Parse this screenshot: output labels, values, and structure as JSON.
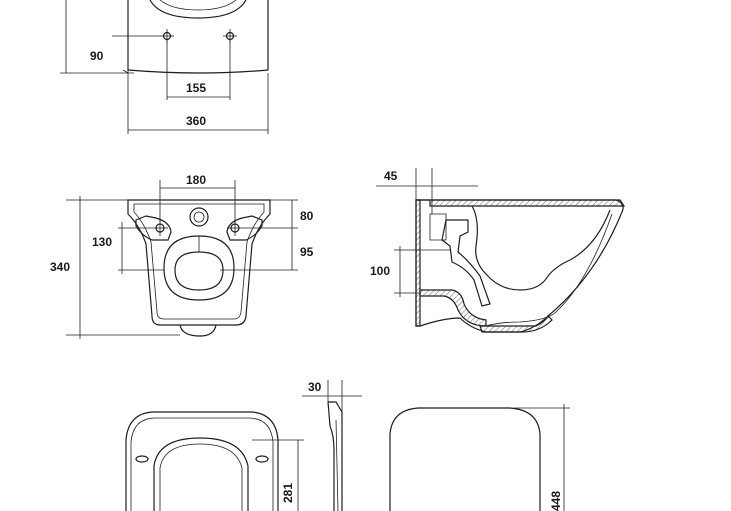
{
  "dimensions": {
    "top_view": {
      "d90": "90",
      "d155": "155",
      "d360": "360"
    },
    "back_view": {
      "d180": "180",
      "d80": "80",
      "d130": "130",
      "d95": "95",
      "d340": "340"
    },
    "side_view": {
      "d45": "45",
      "d100": "100"
    },
    "seat_side_view": {
      "d30": "30"
    },
    "seat_front_view": {
      "d281": "281"
    },
    "lid_view": {
      "d448": "448"
    }
  }
}
